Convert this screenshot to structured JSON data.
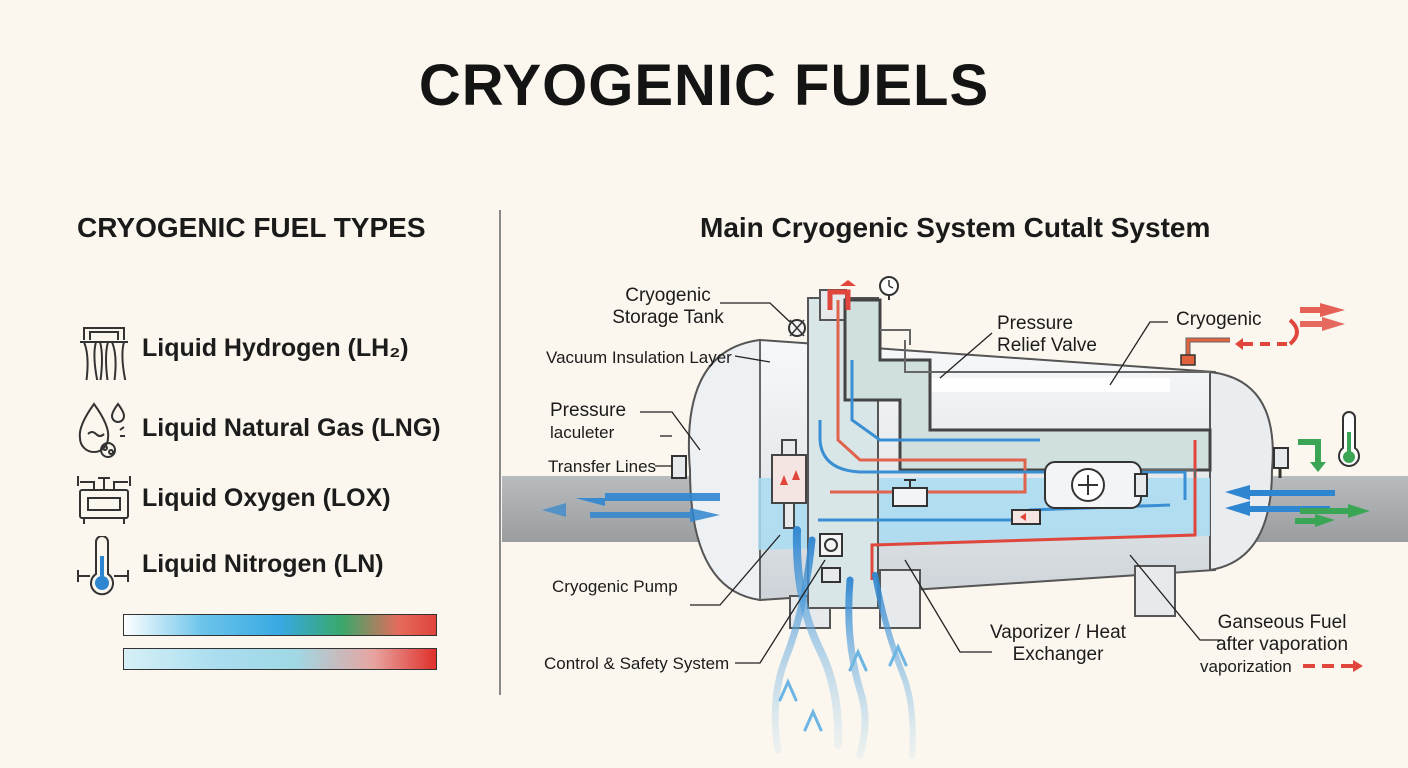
{
  "title": "CRYOGENIC FUELS",
  "left": {
    "heading": "CRYOGENIC FUEL TYPES",
    "fuels": [
      {
        "label": "Liquid Hydrogen (LH₂)",
        "icon": "hydrogen-tower-icon"
      },
      {
        "label": "Liquid Natural Gas (LNG)",
        "icon": "droplet-molecule-icon"
      },
      {
        "label": "Liquid Oxygen (LOX)",
        "icon": "oxygen-module-icon"
      },
      {
        "label": "Liquid Nitrogen (LN)",
        "icon": "thermometer-icon"
      }
    ]
  },
  "diagram": {
    "heading": "Main Cryogenic System Cutalt System",
    "labels": {
      "storage_tank_1": "Cryogenic",
      "storage_tank_2": "Storage Tank",
      "vacuum": "Vacuum Insulation Layer",
      "pressure_1": "Pressure",
      "pressure_2": "laculeter",
      "transfer": "Transfer Lines",
      "pump": "Cryogenic Pump",
      "control": "Control & Safety System",
      "relief_1": "Pressure",
      "relief_2": "Relief Valve",
      "cryogenic_top": "Cryogenic",
      "vaporizer_1": "Vaporizer / Heat",
      "vaporizer_2": "Exchanger",
      "gas_1": "Ganseous Fuel",
      "gas_2": "after vaporation",
      "gas_3": "vaporization"
    },
    "colors": {
      "cold": "#2f86d0",
      "hot": "#e0463b",
      "warm_line": "#d9603f",
      "green": "#3aa655",
      "liquid": "#a9dcf2",
      "tank": "#eef1f3"
    }
  }
}
